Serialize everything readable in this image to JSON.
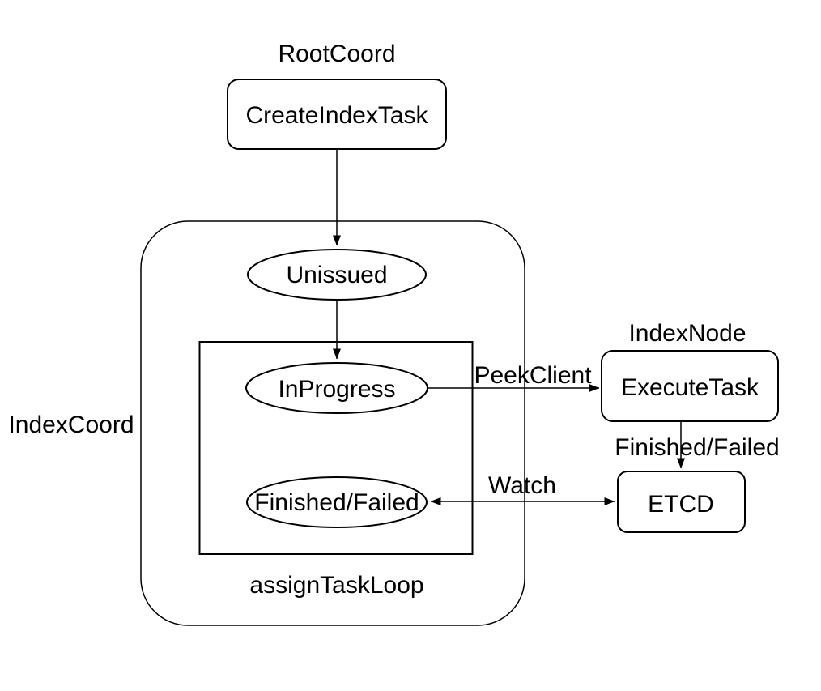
{
  "diagram": {
    "colors": {
      "background": "#ffffff",
      "stroke": "#000000",
      "text": "#000000"
    },
    "group_labels": {
      "root_coord": "RootCoord",
      "index_coord": "IndexCoord",
      "index_node": "IndexNode",
      "assign_task_loop": "assignTaskLoop"
    },
    "nodes": {
      "create_index_task": {
        "label": "CreateIndexTask",
        "shape": "rounded-rect"
      },
      "unissued": {
        "label": "Unissued",
        "shape": "ellipse"
      },
      "in_progress": {
        "label": "InProgress",
        "shape": "ellipse"
      },
      "finished_failed": {
        "label": "Finished/Failed",
        "shape": "ellipse"
      },
      "execute_task": {
        "label": "ExecuteTask",
        "shape": "rounded-rect"
      },
      "etcd": {
        "label": "ETCD",
        "shape": "rounded-rect"
      }
    },
    "edges": [
      {
        "from": "create_index_task",
        "to": "unissued",
        "label": "",
        "bidirectional": false
      },
      {
        "from": "unissued",
        "to": "in_progress",
        "label": "",
        "bidirectional": false
      },
      {
        "from": "in_progress",
        "to": "execute_task",
        "label": "PeekClient",
        "bidirectional": false
      },
      {
        "from": "execute_task",
        "to": "etcd",
        "label": "Finished/Failed",
        "bidirectional": false
      },
      {
        "from": "finished_failed",
        "to": "etcd",
        "label": "Watch",
        "bidirectional": true
      }
    ]
  }
}
